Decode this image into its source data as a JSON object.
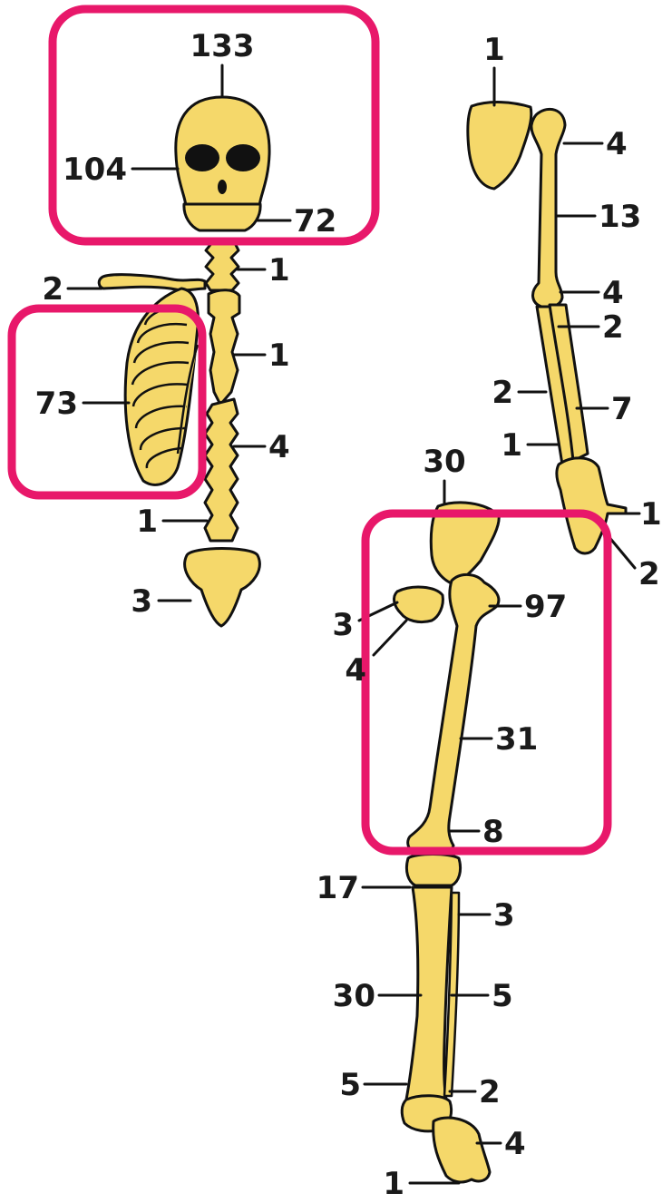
{
  "colors": {
    "bone": "#f5d86a",
    "outline": "#111111",
    "highlight": "#e8186a",
    "text": "#1a1a1a",
    "background": "#ffffff"
  },
  "labels": {
    "skull_top": "133",
    "skull_side": "104",
    "jaw": "72",
    "cervical": "1",
    "clavicle": "2",
    "sternum": "1",
    "ribs": "73",
    "thoracic": "4",
    "lumbar": "1",
    "sacrum": "3",
    "scapula": "1",
    "humerus_head": "4",
    "humerus": "13",
    "elbow": "4",
    "radius_upper": "2",
    "ulna_left": "2",
    "forearm": "7",
    "forearm_lower": "1",
    "pelvis_top": "30",
    "hand_right": "1",
    "hand_lower": "2",
    "hip_joint_left": "3",
    "hip_joint_lower": "4",
    "femur_head": "97",
    "femur": "31",
    "knee_upper": "8",
    "patella": "17",
    "fibula_upper": "3",
    "tibia": "30",
    "fibula": "5",
    "ankle_left": "5",
    "ankle_right": "2",
    "foot": "4",
    "toes": "1"
  }
}
